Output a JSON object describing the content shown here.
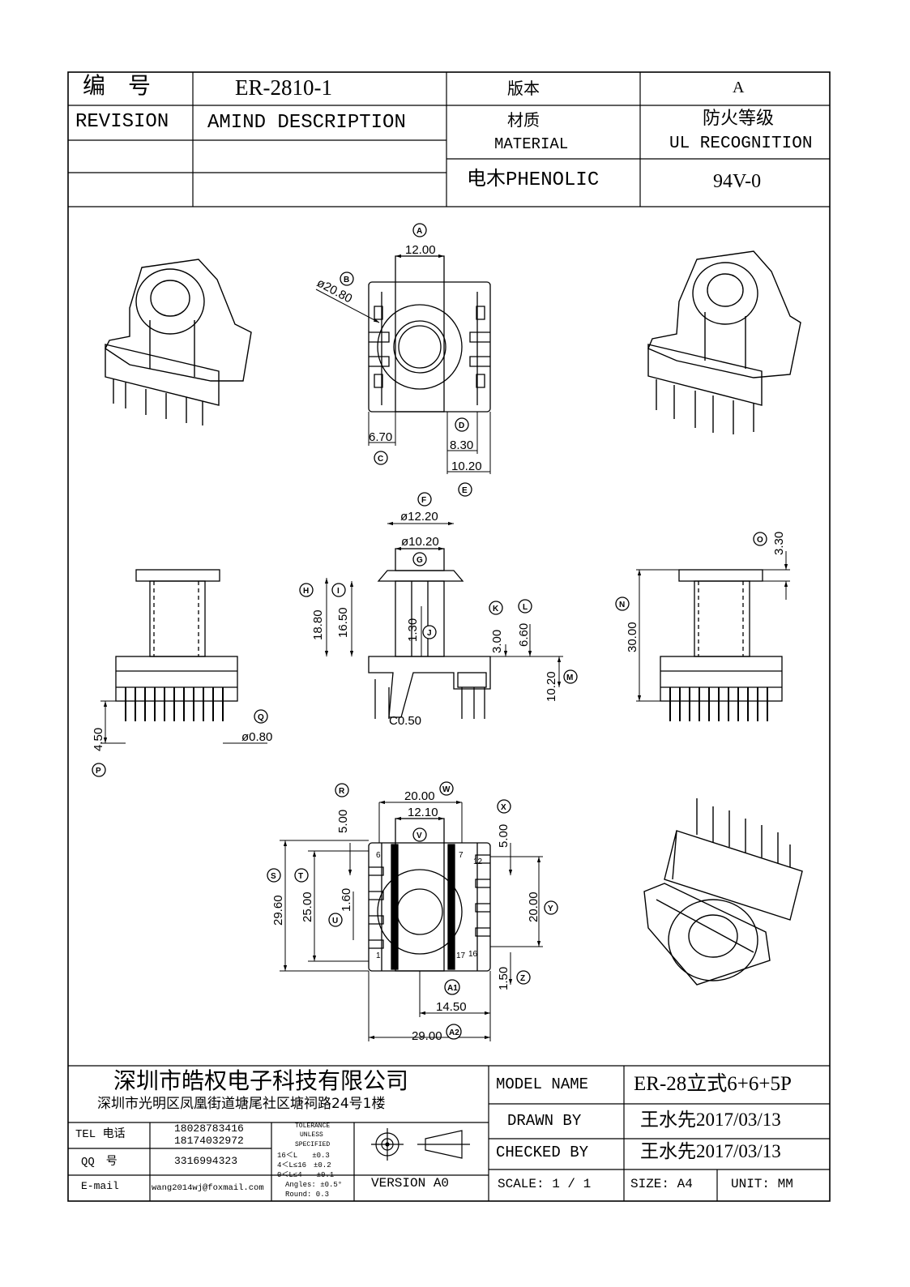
{
  "header": {
    "number_label": "编　号",
    "number_value": "ER-2810-1",
    "version_label": "版本",
    "version_value": "A",
    "revision_label": "REVISION",
    "amind_label": "AMIND DESCRIPTION",
    "material_label_cn": "材质",
    "material_label_en": "MATERIAL",
    "ul_label_cn": "防火等级",
    "ul_label_en": "UL RECOGNITION",
    "material_value": "电木PHENOLIC",
    "ul_value": "94V-0"
  },
  "dimensions": {
    "top_view": {
      "width": "12.00",
      "dia": "ø20.80",
      "left": "6.70",
      "right": "8.30",
      "total": "10.20"
    },
    "front_view": {
      "outer_dia": "ø12.20",
      "inner_dia": "ø10.20",
      "h_total": "18.80",
      "h_inner": "16.50",
      "wall": "1.30",
      "k": "3.00",
      "l": "6.60",
      "m": "10.20",
      "chamfer": "C0.50"
    },
    "left_view": {
      "pin_len": "4.50",
      "pin_dia": "ø0.80"
    },
    "right_view": {
      "flange": "3.30",
      "height": "30.00"
    },
    "bottom_view": {
      "width_outer": "20.00",
      "width_inner": "12.10",
      "r": "5.00",
      "x": "5.00",
      "s": "29.60",
      "t": "25.00",
      "u": "1.60",
      "y": "20.00",
      "z": "1.50",
      "a1": "14.50",
      "a2": "29.00"
    }
  },
  "balloons": [
    "A",
    "B",
    "C",
    "D",
    "E",
    "F",
    "G",
    "H",
    "I",
    "J",
    "K",
    "L",
    "M",
    "N",
    "O",
    "P",
    "Q",
    "R",
    "S",
    "T",
    "U",
    "V",
    "W",
    "X",
    "Y",
    "Z",
    "A1",
    "A2"
  ],
  "pin_numbers": [
    "1",
    "6",
    "7",
    "12",
    "16",
    "17"
  ],
  "title_block": {
    "company": "深圳市皓权电子科技有限公司",
    "address": "深圳市光明区凤凰街道塘尾社区塘祠路24号1楼",
    "tel_label": "TEL 电话",
    "tel_1": "18028783416",
    "tel_2": "18174032972",
    "qq_label": "QQ　号",
    "qq_value": "3316994323",
    "email_label": "E-mail",
    "email_value": "wang2014wj@foxmail.com",
    "tolerance_title": "TOLERANCE",
    "tolerance_unless": "UNLESS",
    "tolerance_specified": "SPECIFIED",
    "tol_1": "16＜L　　±0.3",
    "tol_2": "4＜L≤16　±0.2",
    "tol_3": "0＜L≤4　　±0.1",
    "tol_4": "Angles: ±0.5°",
    "tol_5": "Round: 0.3",
    "version": "VERSION A0",
    "model_label": "MODEL NAME",
    "model_value": "ER-28立式6+6+5P",
    "drawn_label": "DRAWN BY",
    "drawn_value": "王水先2017/03/13",
    "checked_label": "CHECKED BY",
    "checked_value": "王水先2017/03/13",
    "scale": "SCALE: 1 / 1",
    "size": "SIZE: A4",
    "unit": "UNIT: MM"
  }
}
